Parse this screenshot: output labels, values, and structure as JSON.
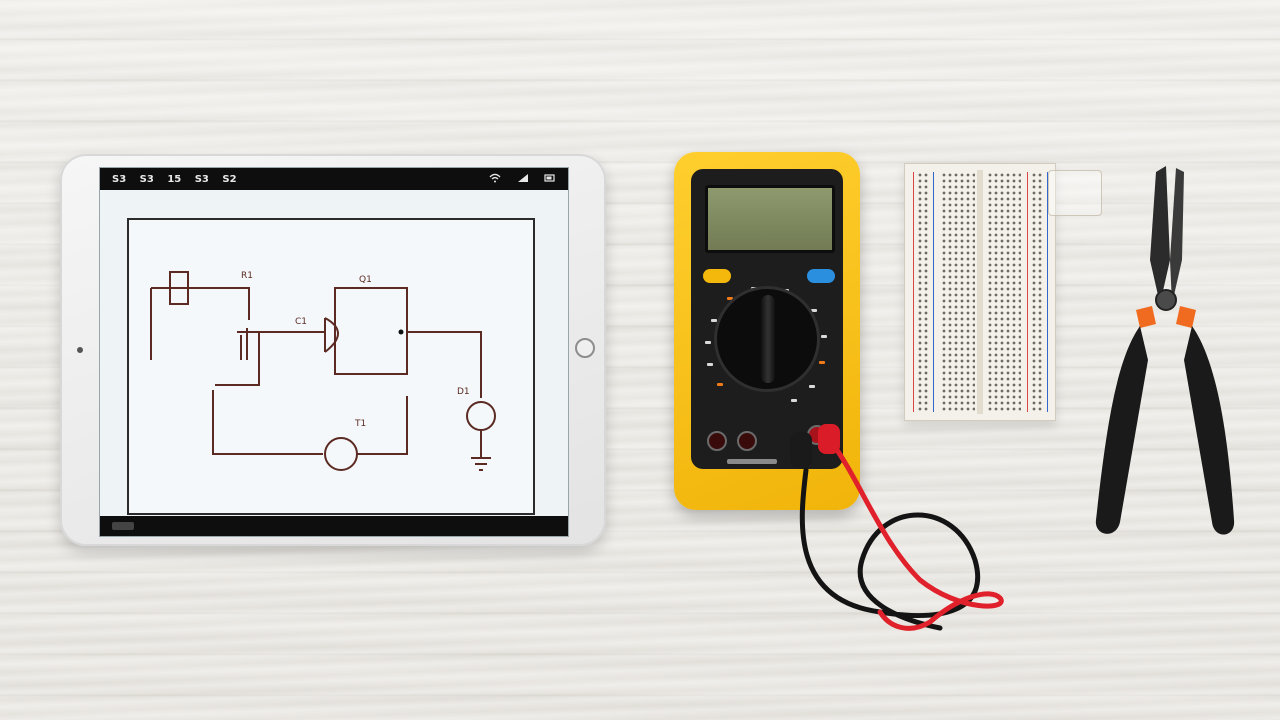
{
  "scene": {
    "objects": [
      "tablet",
      "multimeter",
      "breadboard",
      "pliers"
    ]
  },
  "tablet": {
    "status_left": [
      "S3",
      "S3",
      "15",
      "S3",
      "S2"
    ],
    "status_right_icons": [
      "wifi-icon",
      "signal-icon",
      "battery-icon"
    ],
    "schematic_labels": [
      "R1",
      "C1",
      "Q1",
      "D1",
      "T1"
    ]
  },
  "multimeter": {
    "display": "",
    "dial_marks": [
      "orange",
      "white",
      "white",
      "white",
      "orange",
      "white",
      "white",
      "white",
      "white",
      "orange",
      "white",
      "white"
    ],
    "jacks": 3
  },
  "colors": {
    "desk": "#eeece7",
    "multimeter_body": "#f5be1a",
    "lead_red": "#e0202a",
    "lead_black": "#141414",
    "plier_grip": "#1a1a1a",
    "plier_accent": "#f06b1f"
  }
}
